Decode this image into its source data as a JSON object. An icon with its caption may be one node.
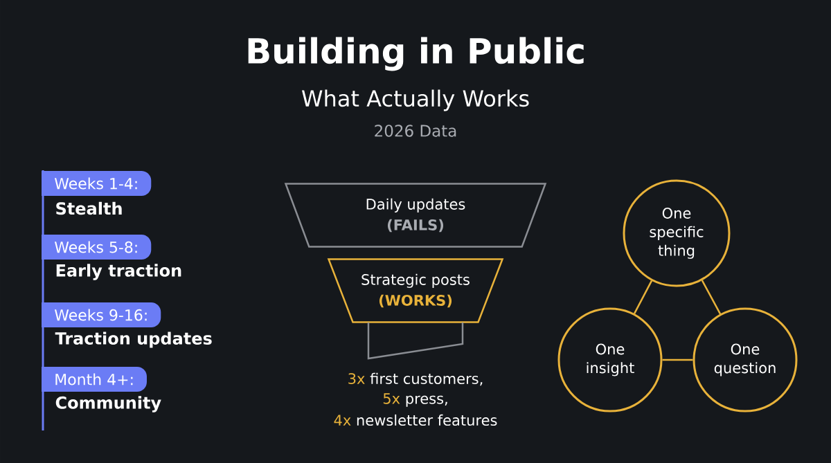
{
  "diagram": {
    "title": "Building in Public",
    "nodes": [
      {
        "text": [
          "Weeks 1-4:",
          "Stealth"
        ]
      },
      {
        "text": [
          "Weeks 5-8:",
          "Early traction"
        ]
      },
      {
        "text": [
          "Weeks 9-16:",
          "Traction updates"
        ]
      },
      {
        "text": [
          "Month 4+:",
          "Community"
        ]
      },
      {
        "text": [
          "Daily updates",
          "(FAILS)"
        ]
      },
      {
        "text": [
          "Strategic posts",
          "(WORKS)"
        ]
      },
      {
        "text": [],
        "shape": "box"
      },
      {
        "text": [
          "One specific thing"
        ]
      },
      {
        "text": [
          "One insight"
        ]
      },
      {
        "text": [
          "One question"
        ]
      }
    ],
    "edges": [
      {
        "from": 7,
        "to": 8,
        "arrow": "none"
      },
      {
        "from": 7,
        "to": 9,
        "arrow": "none"
      },
      {
        "from": 8,
        "to": 9,
        "arrow": "none"
      }
    ],
    "labels": [
      "What Actually Works",
      "2026 Data",
      "3x",
      "first customers,",
      "5x",
      "press,",
      "4x",
      "newsletter features"
    ]
  }
}
